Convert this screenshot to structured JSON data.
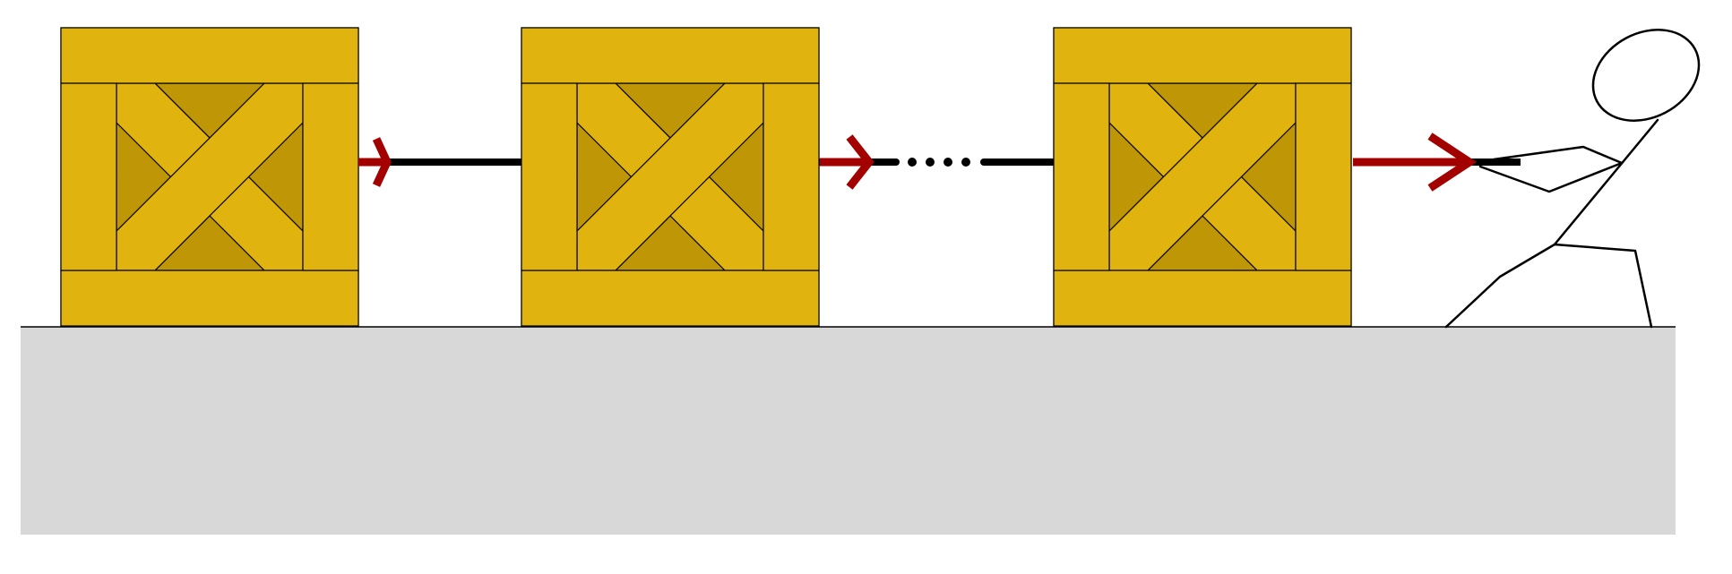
{
  "diagram": {
    "crates": [
      {
        "id": "crate-1"
      },
      {
        "id": "crate-2"
      },
      {
        "id": "crate-3"
      }
    ],
    "ropes": [
      {
        "id": "rope-1-2",
        "style": "solid"
      },
      {
        "id": "rope-2-3",
        "style": "dotted-gap"
      },
      {
        "id": "rope-3-person",
        "style": "solid"
      }
    ],
    "force_arrows": [
      {
        "id": "force-on-crate-1"
      },
      {
        "id": "force-on-crate-2"
      },
      {
        "id": "force-on-crate-3"
      }
    ],
    "colors": {
      "crate_light": "#E1B30E",
      "crate_dark": "#BF9605",
      "outline": "#000000",
      "force_arrow": "#A30000",
      "rope": "#000000",
      "floor": "#D8D8D8",
      "background": "#FFFFFF"
    },
    "icons": [
      "crate-icon",
      "stick-figure-icon",
      "force-arrow-icon"
    ]
  }
}
